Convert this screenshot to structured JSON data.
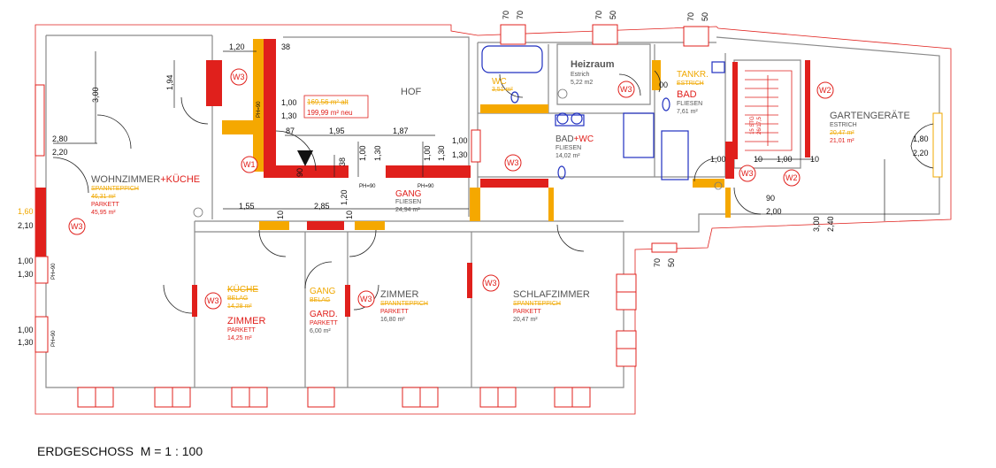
{
  "plan": {
    "footer_title": "ERDGESCHOSS  M = 1 : 100",
    "rooms": {
      "hof": "HOF",
      "hof_area_old": "169,56 m² alt",
      "hof_area_new": "199,99 m² neu",
      "wohn_name1": "WOHNZIMMER",
      "wohn_name2": "+KÜCHE",
      "wohn_old_floor": "SPANNTEPPICH",
      "wohn_old_area": "46,31 m²",
      "wohn_floor": "PARKETT",
      "wohn_area": "45,95 m²",
      "wc_name": "WC",
      "wc_area": "3,51 m²",
      "heiz_name": "Heizraum",
      "heiz_floor": "Estrich",
      "heiz_area": "5,22 m2",
      "tank_name": "TANKR.",
      "tank_floor": "ESTRICH",
      "bad_name": "BAD",
      "bad_floor": "FLIESEN",
      "bad_area": "7,61 m²",
      "badwc_name1": "BAD",
      "badwc_name2": "+WC",
      "badwc_floor": "FLIESEN",
      "badwc_area": "14,02 m²",
      "garten_name": "GARTENGERÄTE",
      "garten_floor": "ESTRICH",
      "garten_old_area": "20,47 m²",
      "garten_area": "21,01 m²",
      "gang_name": "GANG",
      "gang_floor": "FLIESEN",
      "gang_area": "24,94 m²",
      "kueche_name": "KÜCHE",
      "kueche_belag": "BELAG",
      "kueche_old_area": "14,28 m²",
      "zimmer1_name": "ZIMMER",
      "zimmer1_floor": "PARKETT",
      "zimmer1_area": "14,25 m²",
      "gang2_name": "GANG",
      "gang2_belag": "BELAG",
      "gard_name": "GARD.",
      "gard_floor": "PARKETT",
      "gard_area": "6,00 m²",
      "zimmer2_name": "ZIMMER",
      "zimmer2_old_floor": "SPANNTEPPICH",
      "zimmer2_floor": "PARKETT",
      "zimmer2_area": "16,80 m²",
      "schlaf_name": "SCHLAFZIMMER",
      "schlaf_old_floor": "SPANNTEPPICH",
      "schlaf_floor": "PARKETT",
      "schlaf_area": "20,47 m²"
    },
    "walls": {
      "w1": "W1",
      "w2": "W2",
      "w3": "W3",
      "ph90": "PH=90"
    },
    "stairs": {
      "label": "15 STG",
      "size": "26/17,5"
    },
    "dims": {
      "d_120": "1,20",
      "d_38": "38",
      "d_194": "1,94",
      "d_300": "3,00",
      "d_100": "1,00",
      "d_130": "1,30",
      "d_87": "87",
      "d_195": "1,95",
      "d_187": "1,87",
      "d_280": "2,80",
      "d_220": "2,20",
      "d_90": "90",
      "d_160": "1,60",
      "d_210": "2,10",
      "d_155": "1,55",
      "d_285": "2,85",
      "d_10": "10",
      "d_70": "70",
      "d_50": "50",
      "d_00": "00",
      "d_180": "1,80",
      "d_200": "2,00",
      "d_240": "2,40"
    }
  }
}
